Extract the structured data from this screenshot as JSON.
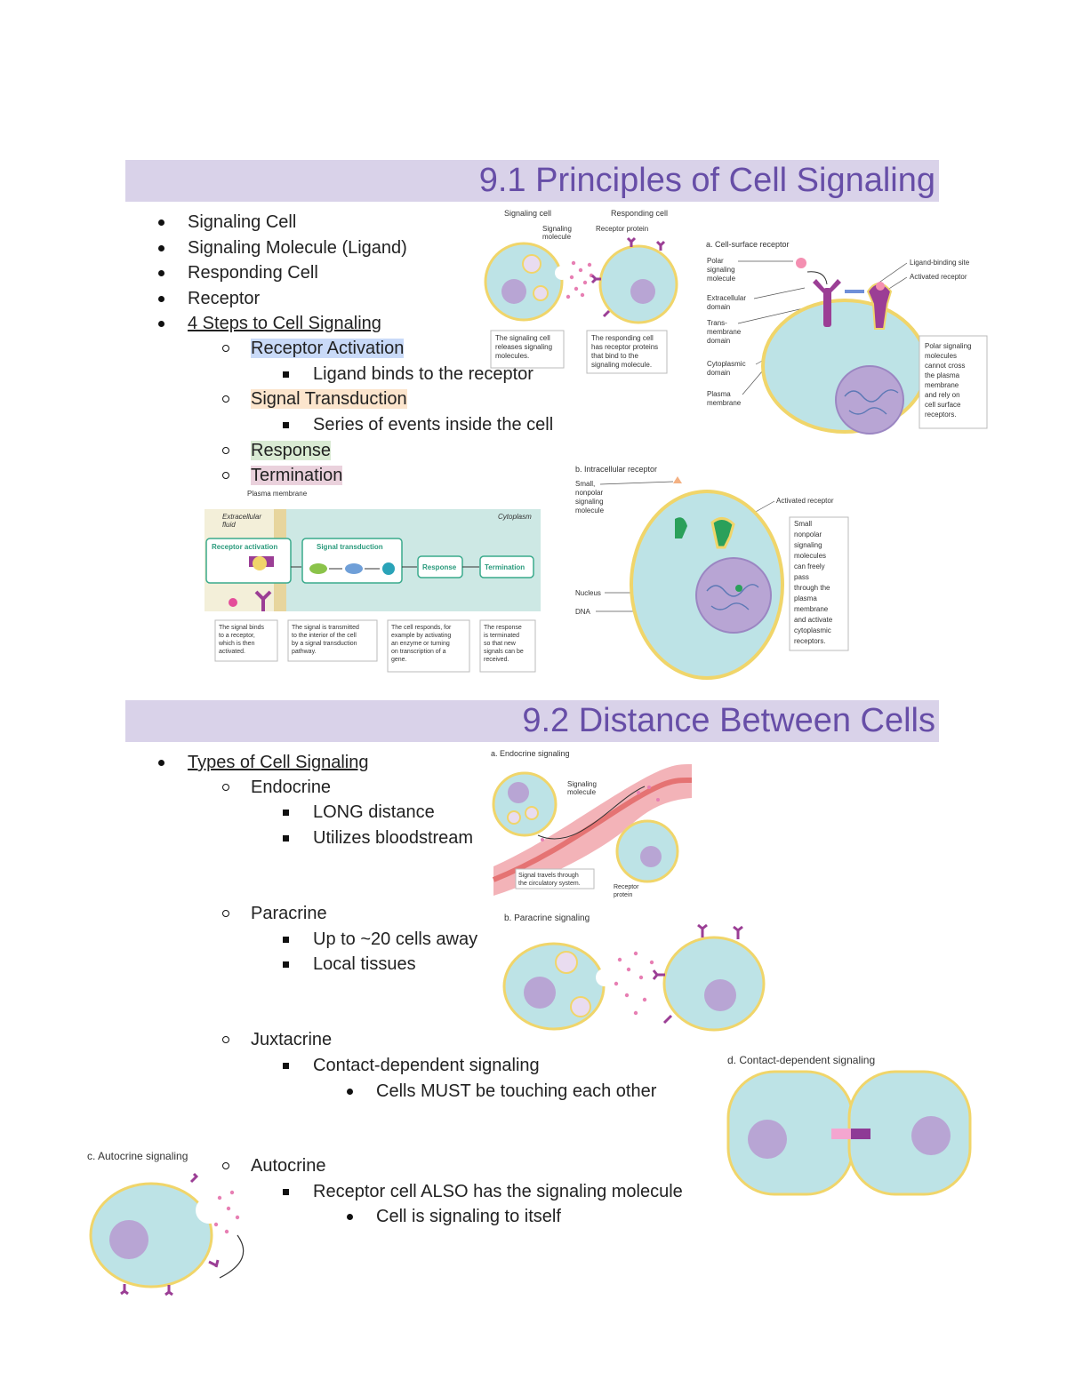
{
  "section1": {
    "title": "9.1 Principles of Cell Signaling",
    "items": {
      "signaling_cell": "Signaling Cell",
      "signaling_molecule": "Signaling Molecule (Ligand)",
      "responding_cell": "Responding Cell",
      "receptor": "Receptor",
      "four_steps": "4 Steps to Cell Signaling",
      "receptor_activation": "Receptor Activation",
      "ligand_binds": "Ligand binds to the receptor",
      "signal_transduction": "Signal Transduction",
      "series_events": "Series of events inside the cell",
      "response": "Response",
      "termination": "Termination"
    }
  },
  "section2": {
    "title": "9.2 Distance Between Cells",
    "items": {
      "types": "Types of Cell Signaling",
      "endocrine": "Endocrine",
      "long_distance": "LONG distance",
      "bloodstream": "Utilizes bloodstream",
      "paracrine": "Paracrine",
      "twenty_cells": "Up to ~20 cells away",
      "local_tissues": "Local tissues",
      "juxtacrine": "Juxtacrine",
      "contact_dependent": "Contact-dependent signaling",
      "must_touch": "Cells MUST be touching each other",
      "autocrine": "Autocrine",
      "receptor_also": "Receptor cell ALSO has the signaling molecule",
      "signaling_itself": "Cell is signaling to itself"
    }
  },
  "fig_signal_resp": {
    "signaling_cell": "Signaling cell",
    "responding_cell": "Responding cell",
    "signaling_molecule_1": "Signaling",
    "signaling_molecule_2": "molecule",
    "receptor_protein": "Receptor protein",
    "cap_left_1": "The signaling cell",
    "cap_left_2": "releases signaling",
    "cap_left_3": "molecules.",
    "cap_right_1": "The responding cell",
    "cap_right_2": "has receptor proteins",
    "cap_right_3": "that bind to the",
    "cap_right_4": "signaling molecule."
  },
  "fig_surface": {
    "title": "a. Cell-surface receptor",
    "polar_1": "Polar",
    "polar_2": "signaling",
    "polar_3": "molecule",
    "extracellular_1": "Extracellular",
    "extracellular_2": "domain",
    "trans_1": "Trans-",
    "trans_2": "membrane",
    "trans_3": "domain",
    "cytoplasmic_1": "Cytoplasmic",
    "cytoplasmic_2": "domain",
    "plasma_1": "Plasma",
    "plasma_2": "membrane",
    "ligand_site": "Ligand-binding site",
    "activated": "Activated receptor",
    "note_1": "Polar signaling",
    "note_2": "molecules",
    "note_3": "cannot cross",
    "note_4": "the plasma",
    "note_5": "membrane",
    "note_6": "and rely on",
    "note_7": "cell surface",
    "note_8": "receptors."
  },
  "fig_intra": {
    "title": "b. Intracellular receptor",
    "small_1": "Small,",
    "small_2": "nonpolar",
    "small_3": "signaling",
    "small_4": "molecule",
    "activated": "Activated receptor",
    "nucleus": "Nucleus",
    "dna": "DNA",
    "note_1": "Small",
    "note_2": "nonpolar",
    "note_3": "signaling",
    "note_4": "molecules",
    "note_5": "can freely",
    "note_6": "pass",
    "note_7": "through the",
    "note_8": "plasma",
    "note_9": "membrane",
    "note_10": "and activate",
    "note_11": "cytoplasmic",
    "note_12": "receptors."
  },
  "fig_steps": {
    "plasma_membrane": "Plasma membrane",
    "extracellular_1": "Extracellular",
    "extracellular_2": "fluid",
    "cytoplasm": "Cytoplasm",
    "receptor_activation": "Receptor activation",
    "signal_transduction": "Signal transduction",
    "response": "Response",
    "termination": "Termination",
    "c1_1": "The signal binds",
    "c1_2": "to a receptor,",
    "c1_3": "which is then",
    "c1_4": "activated.",
    "c2_1": "The signal is transmitted",
    "c2_2": "to the interior of the cell",
    "c2_3": "by a signal transduction",
    "c2_4": "pathway.",
    "c3_1": "The cell responds, for",
    "c3_2": "example by activating",
    "c3_3": "an enzyme or turning",
    "c3_4": "on transcription of a",
    "c3_5": "gene.",
    "c4_1": "The response",
    "c4_2": "is terminated",
    "c4_3": "so that new",
    "c4_4": "signals can be",
    "c4_5": "received."
  },
  "fig_endocrine": {
    "title": "a. Endocrine signaling",
    "sig_1": "Signaling",
    "sig_2": "molecule",
    "travel_1": "Signal travels through",
    "travel_2": "the circulatory system.",
    "rec_1": "Receptor",
    "rec_2": "protein"
  },
  "fig_paracrine": {
    "title": "b. Paracrine signaling"
  },
  "fig_contact": {
    "title": "d. Contact-dependent signaling"
  },
  "fig_autocrine": {
    "title": "c. Autocrine signaling"
  }
}
